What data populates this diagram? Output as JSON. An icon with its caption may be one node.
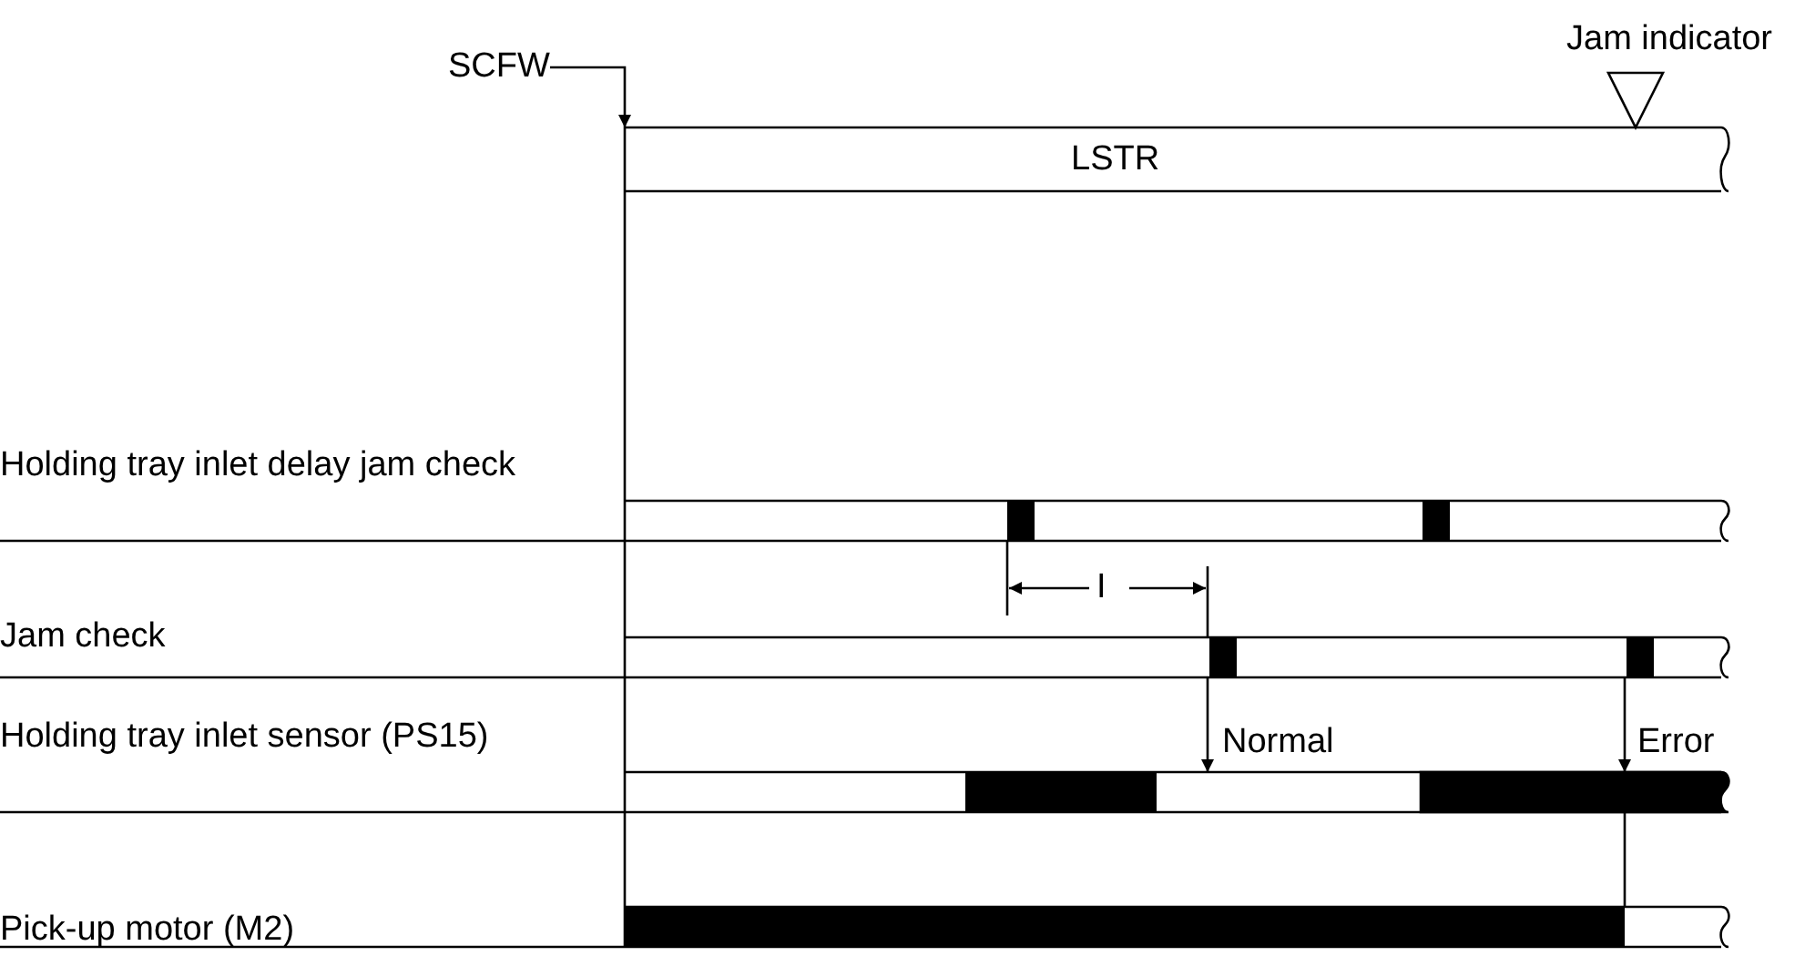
{
  "diagram": {
    "labels": [
      "SCFW",
      "Jam indicator",
      "LSTR",
      "Holding tray inlet delay jam check",
      "I",
      "Jam check",
      "Holding tray inlet sensor (PS15)",
      "Normal",
      "Error",
      "Pick-up motor (M2)"
    ]
  }
}
